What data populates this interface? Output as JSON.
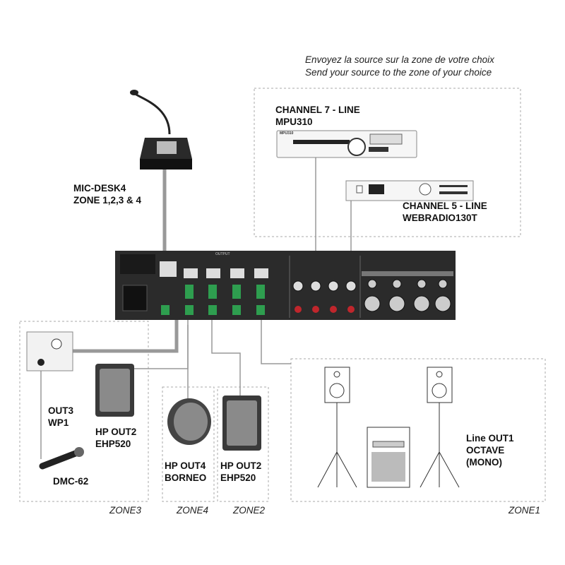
{
  "header": {
    "line_fr": "Envoyez la source sur la zone de votre choix",
    "line_en": "Send your source to the zone of your choice"
  },
  "sources": [
    {
      "channel": "CHANNEL 7 - LINE",
      "device": "MPU310"
    },
    {
      "channel": "CHANNEL 5 - LINE",
      "device": "WEBRADIO130T"
    }
  ],
  "mic": {
    "name": "MIC-DESK4",
    "zones": "ZONE 1,2,3 & 4"
  },
  "mixer": {
    "output_label": "OUTPUT",
    "device_label": "MPU310"
  },
  "zone3": {
    "wp_name": "OUT3",
    "wp_model": "WP1",
    "spk_out": "HP OUT2",
    "spk_model": "EHP520",
    "mic_model": "DMC-62",
    "zone": "ZONE3"
  },
  "zone4": {
    "out": "HP OUT4",
    "model": "BORNEO",
    "zone": "ZONE4"
  },
  "zone2": {
    "out": "HP OUT2",
    "model": "EHP520",
    "zone": "ZONE2"
  },
  "zone1": {
    "out": "Line OUT1",
    "model": "OCTAVE",
    "mode": "(MONO)",
    "zone": "ZONE1"
  },
  "colors": {
    "mixer": "#2b2b2b",
    "cable": "#9a9a9a",
    "connector": "#2e9e4f",
    "rca_red": "#c0262c"
  }
}
